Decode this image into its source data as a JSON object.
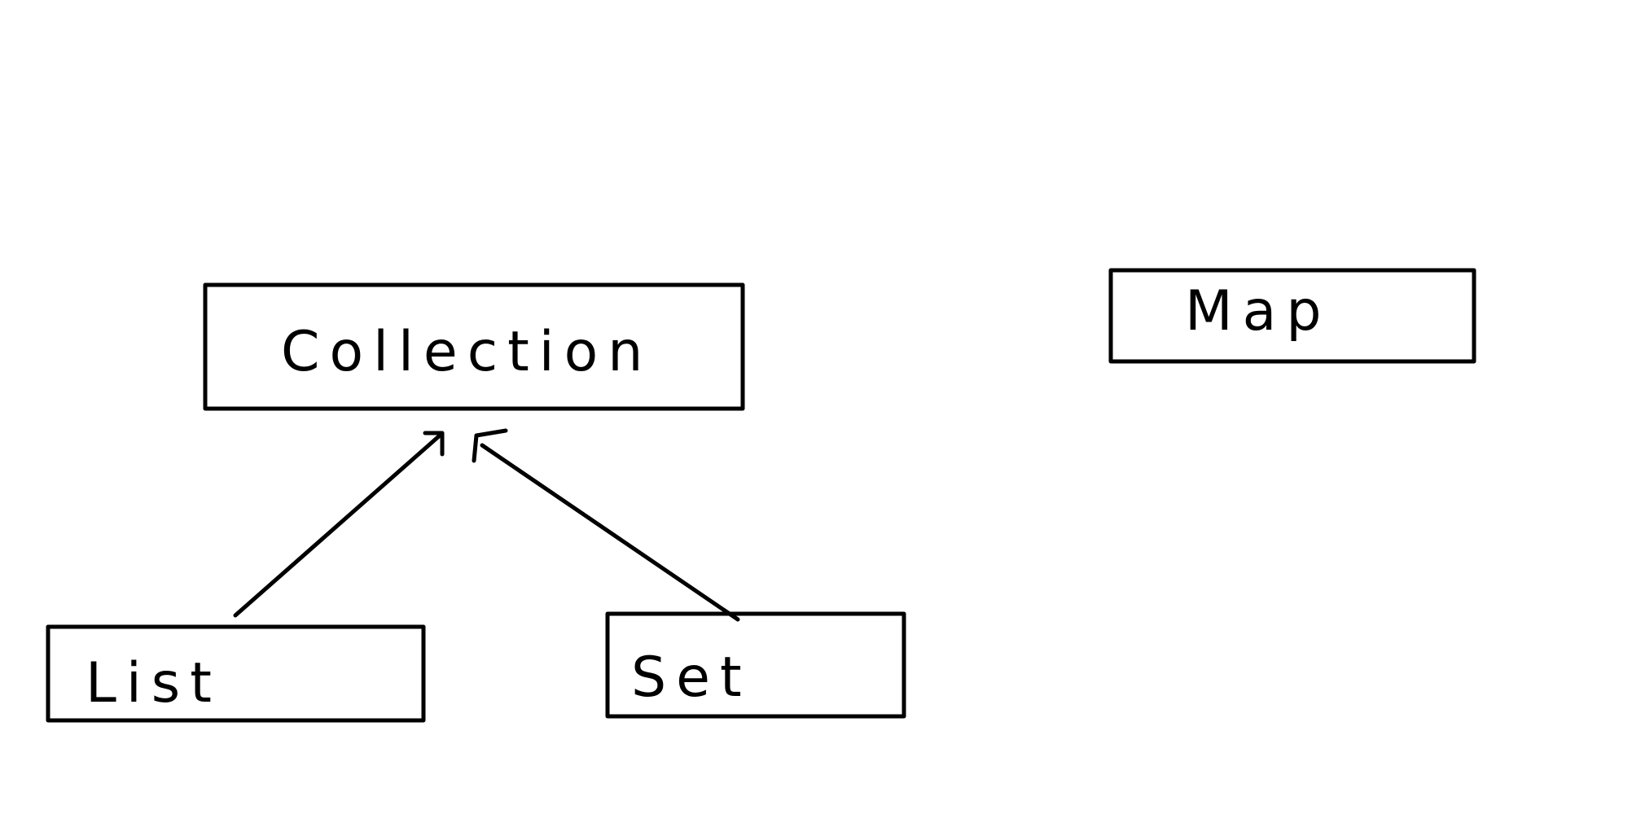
{
  "diagram": {
    "nodes": {
      "collection": {
        "label": "Collection"
      },
      "map": {
        "label": "Map"
      },
      "list": {
        "label": "List"
      },
      "set": {
        "label": "Set"
      }
    },
    "edges": [
      {
        "from": "list",
        "to": "collection",
        "kind": "inheritance"
      },
      {
        "from": "set",
        "to": "collection",
        "kind": "inheritance"
      }
    ],
    "colors": {
      "stroke": "#000000",
      "background": "#ffffff"
    }
  }
}
